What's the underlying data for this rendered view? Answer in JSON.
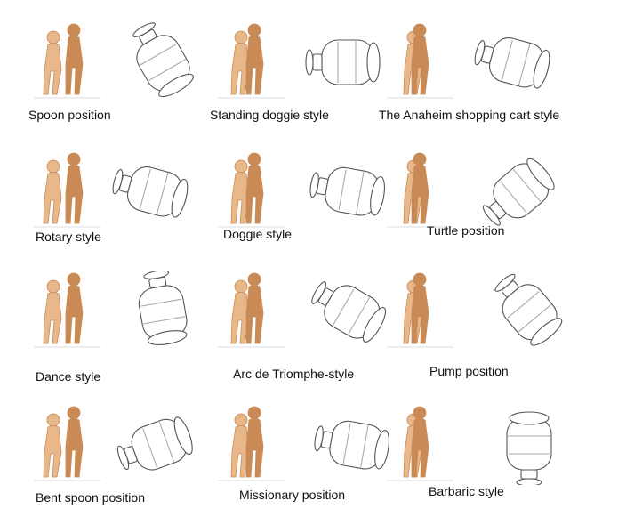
{
  "items": [
    {
      "label": "Spoon position"
    },
    {
      "label": "Standing doggie style"
    },
    {
      "label": "The Anaheim shopping cart style"
    },
    {
      "label": "Rotary style"
    },
    {
      "label": "Doggie style"
    },
    {
      "label": "Turtle position"
    },
    {
      "label": "Dance style"
    },
    {
      "label": "Arc de Triomphe-style"
    },
    {
      "label": "Pump position"
    },
    {
      "label": "Bent spoon position"
    },
    {
      "label": "Missionary position"
    },
    {
      "label": "Barbaric style"
    }
  ],
  "colors": {
    "figure": "#e8b88a",
    "figure_dark": "#c98a55",
    "outline": "#555555",
    "background": "#ffffff"
  },
  "icons": [
    "figure-pair-illustration",
    "device-sketch"
  ]
}
